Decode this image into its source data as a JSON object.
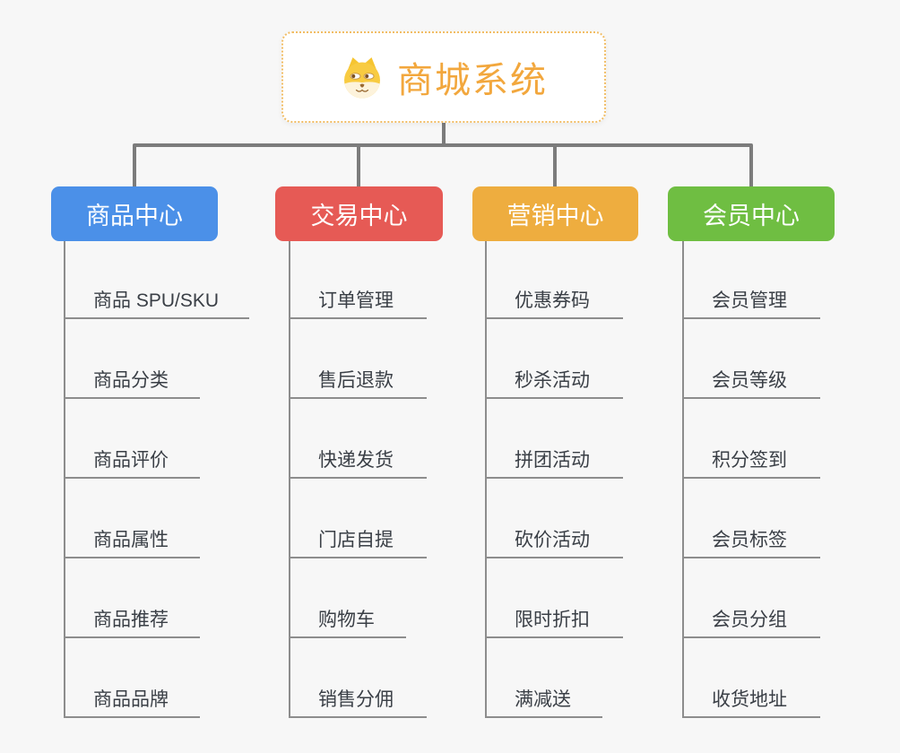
{
  "background_color": "#f7f7f7",
  "connector_color": "#7c7c7c",
  "leaf_line_color": "#8d8d8d",
  "root": {
    "title": "商城系统",
    "icon": "dog-face-icon",
    "accent_color": "#f2a73d",
    "border_color": "#f1bd65"
  },
  "branches": [
    {
      "label": "商品中心",
      "color": "#4b90e8",
      "items": [
        "商品 SPU/SKU",
        "商品分类",
        "商品评价",
        "商品属性",
        "商品推荐",
        "商品品牌"
      ]
    },
    {
      "label": "交易中心",
      "color": "#e65a55",
      "items": [
        "订单管理",
        "售后退款",
        "快递发货",
        "门店自提",
        "购物车",
        "销售分佣"
      ]
    },
    {
      "label": "营销中心",
      "color": "#eead3f",
      "items": [
        "优惠券码",
        "秒杀活动",
        "拼团活动",
        "砍价活动",
        "限时折扣",
        "满减送"
      ]
    },
    {
      "label": "会员中心",
      "color": "#6fbe42",
      "items": [
        "会员管理",
        "会员等级",
        "积分签到",
        "会员标签",
        "会员分组",
        "收货地址"
      ]
    }
  ]
}
